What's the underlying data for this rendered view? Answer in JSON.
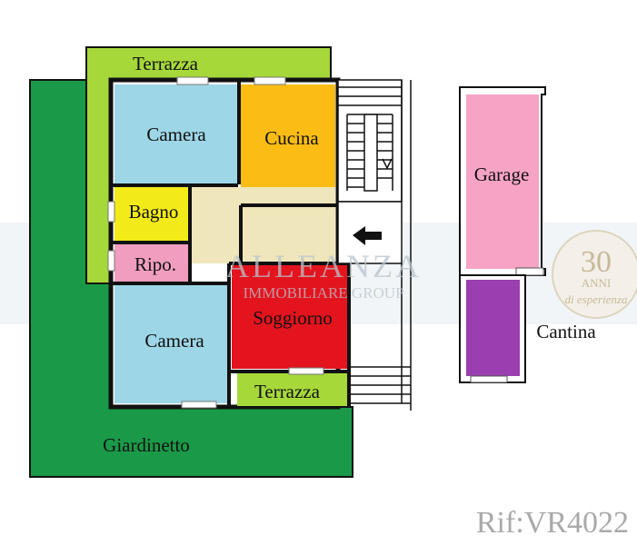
{
  "rooms": {
    "terrazza_top": "Terrazza",
    "camera_top": "Camera",
    "cucina": "Cucina",
    "bagno": "Bagno",
    "ripostiglio": "Ripo.",
    "soggiorno": "Soggiorno",
    "camera_bottom": "Camera",
    "terrazza_bottom": "Terrazza",
    "giardinetto": "Giardinetto",
    "garage": "Garage",
    "cantina": "Cantina"
  },
  "watermark": {
    "brand": "ALLEANZA",
    "sub": "IMMOBILIARE GROUP",
    "seal_number": "30",
    "seal_word": "ANNI",
    "seal_tagline": "di esperienza"
  },
  "reference": "Rif:VR4022",
  "colors": {
    "giardino": "#1a9a48",
    "terrazza": "#a6d83a",
    "camera": "#9dd6e6",
    "cucina": "#fbbd14",
    "bagno": "#f3ea19",
    "ripostiglio": "#f09dbf",
    "corridoio": "#f0e6bb",
    "soggiorno": "#e3141e",
    "garage": "#f6a3c6",
    "cantina": "#9b3fb0"
  }
}
